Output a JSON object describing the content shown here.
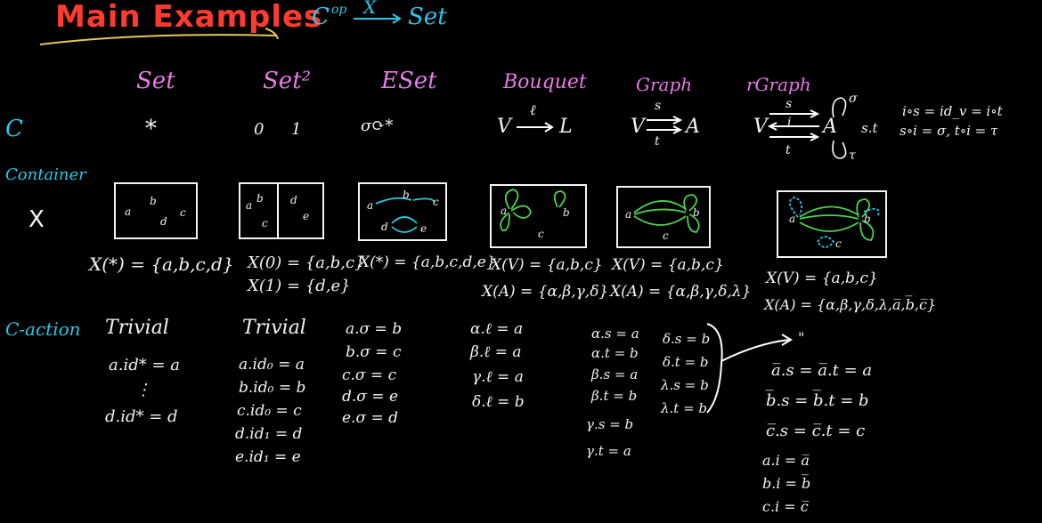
{
  "title": "Main Examples",
  "header_functor": {
    "C": "C",
    "op": "op",
    "X": "X",
    "Set": "Set"
  },
  "columns": [
    "Set",
    "Set²",
    "ESet",
    "Bouquet",
    "Graph",
    "rGraph"
  ],
  "row_labels": {
    "C": "C",
    "container": "Container",
    "container_X": "X",
    "action": "C-action"
  },
  "categories": {
    "set": "*",
    "set2_a": "0",
    "set2_b": "1",
    "eset": "σ⟳*",
    "bouquet_V": "V",
    "bouquet_l": "ℓ",
    "bouquet_L": "L",
    "graph_V": "V",
    "graph_s": "s",
    "graph_t": "t",
    "graph_A": "A",
    "rgraph_V": "V",
    "rgraph_s": "s",
    "rgraph_i": "i",
    "rgraph_t": "t",
    "rgraph_A": "A",
    "rgraph_sigma": "σ",
    "rgraph_tau": "τ",
    "rgraph_st": "s.t",
    "rgraph_eq1": "i∘s = id_v = i∘t",
    "rgraph_eq2": "s∘i = σ, t∘i = τ"
  },
  "containers": {
    "set_labels": [
      "a",
      "b",
      "c",
      "d"
    ],
    "set2_labels": [
      "a",
      "b",
      "c",
      "d",
      "e"
    ],
    "eset_labels": [
      "a",
      "b",
      "c",
      "d",
      "e"
    ],
    "bouquet_labels": [
      "a",
      "b",
      "c"
    ],
    "graph_labels": [
      "a",
      "b",
      "c"
    ],
    "rgraph_labels": [
      "a",
      "b",
      "c"
    ],
    "set_x": "X(*) = {a,b,c,d}",
    "set2_x0": "X(0) = {a,b,c}",
    "set2_x1": "X(1) = {d,e}",
    "eset_x": "X(*) = {a,b,c,d,e}",
    "bouquet_v": "X(V) = {a,b,c}",
    "bouquet_a": "X(A) = {α,β,γ,δ}",
    "graph_v": "X(V) = {a,b,c}",
    "graph_a": "X(A) = {α,β,γ,δ,λ}",
    "rgraph_v": "X(V) = {a,b,c}",
    "rgraph_a": "X(A) = {α,β,γ,δ,λ,a̅,b̅,c̅}"
  },
  "actions": {
    "set_trivial": "Trivial",
    "set_lines": [
      "a.id* = a",
      "⋮",
      "d.id* = d"
    ],
    "set2_trivial": "Trivial",
    "set2_lines": [
      "a.id₀ = a",
      "b.id₀ = b",
      "c.id₀ = c",
      "d.id₁ = d",
      "e.id₁ = e"
    ],
    "eset_lines": [
      "a.σ = b",
      "b.σ = c",
      "c.σ = c",
      "d.σ = e",
      "e.σ = d"
    ],
    "bouquet_lines": [
      "α.ℓ = a",
      "β.ℓ = a",
      "γ.ℓ = a",
      "δ.ℓ = b"
    ],
    "graph_lines1": [
      "α.s = a",
      "α.t = b",
      "β.s = a",
      "β.t = b",
      "γ.s = b",
      "γ.t = a"
    ],
    "graph_lines2": [
      "δ.s = b",
      "δ.t = b",
      "λ.s = b",
      "λ.t = b"
    ],
    "rgraph_quote": "\"",
    "rgraph_lines": [
      "a̅.s = a̅.t = a",
      "b̅.s = b̅.t = b",
      "c̅.s = c̅.t = c"
    ],
    "rgraph_lines2": [
      "a.i = a̅",
      "b.i = b̅",
      "c.i = c̅"
    ]
  },
  "colors": {
    "title": "#ff3b2f",
    "accent": "#27c9e8",
    "columns": "#e879e8",
    "edges": "#4cd24c",
    "text": "#f4f4f4"
  }
}
